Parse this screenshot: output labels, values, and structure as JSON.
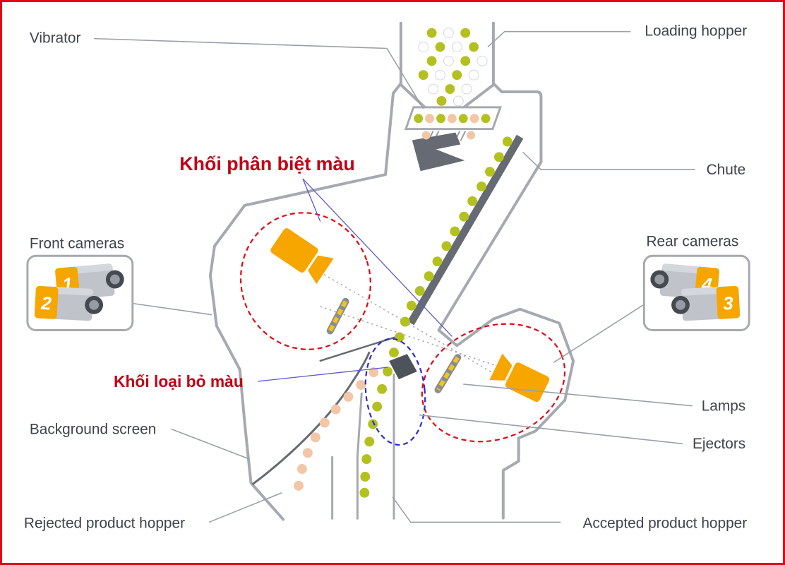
{
  "labels": {
    "vibrator": "Vibrator",
    "loading_hopper": "Loading hopper",
    "chute": "Chute",
    "front_cameras": "Front cameras",
    "rear_cameras": "Rear cameras",
    "background_screen": "Background screen",
    "lamps": "Lamps",
    "ejectors": "Ejectors",
    "rejected_product_hopper": "Rejected product hopper",
    "accepted_product_hopper": "Accepted product hopper"
  },
  "annotations": {
    "color_sorting_block": "Khối phân biệt màu",
    "color_rejecting_block": "Khối loại bỏ màu"
  },
  "cameras": {
    "front": [
      "2",
      "1"
    ],
    "rear": [
      "4",
      "3"
    ]
  },
  "colors": {
    "frame_red": "#e30613",
    "accent_orange": "#f7a600",
    "dot_green": "#b3c120",
    "dot_beige": "#f2c6a7",
    "outline_gray": "#a6a9b0",
    "dark_gray": "#666a72",
    "zone_red": "#e30613",
    "zone_blue": "#2a2ad4",
    "annotation_red": "#c20016",
    "label_text": "#3f434a",
    "lamp_yellow": "#f2c41d"
  }
}
